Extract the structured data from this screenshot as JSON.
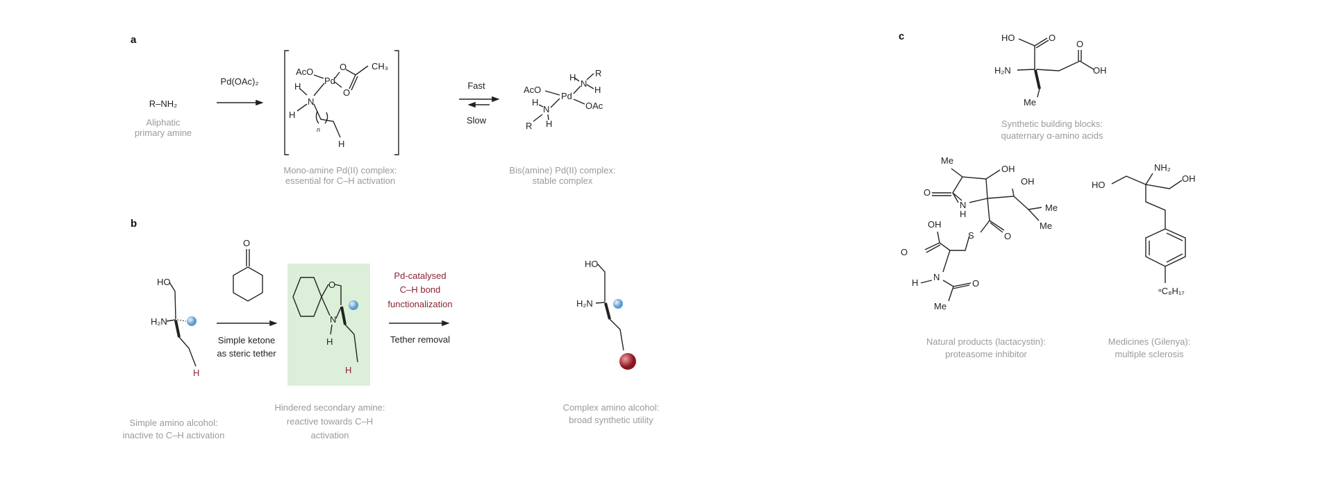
{
  "panels": {
    "a": "a",
    "b": "b",
    "c": "c"
  },
  "panel_a": {
    "reactant": "R–NH₂",
    "reactant_caption": [
      "Aliphatic",
      "primary amine"
    ],
    "reagent": "Pd(OAc)₂",
    "mono_complex_atoms": {
      "aco": "AcO",
      "pd": "Pd",
      "o1": "O",
      "ch3": "CH₃",
      "o2": "O",
      "h1": "H",
      "n": "N",
      "h2": "H",
      "n_index": "n",
      "h3": "H"
    },
    "mono_caption": [
      "Mono-amine Pd(II) complex:",
      "essential for C–H activation"
    ],
    "equilibrium_top": "Fast",
    "equilibrium_bottom": "Slow",
    "bis_complex_atoms": {
      "aco": "AcO",
      "pd": "Pd",
      "oac": "OAc",
      "h1": "H",
      "n1": "N",
      "r1": "R",
      "h2": "H",
      "h3": "H",
      "n2": "N",
      "r2": "R",
      "h4": "H"
    },
    "bis_caption": [
      "Bis(amine) Pd(II) complex:",
      "stable complex"
    ]
  },
  "panel_b": {
    "start_atoms": {
      "ho": "HO",
      "h2n": "H₂N",
      "h": "H"
    },
    "start_caption": [
      "Simple amino alcohol:",
      "inactive to C–H activation"
    ],
    "ketone_o": "O",
    "step1_label": [
      "Simple ketone",
      "as steric tether"
    ],
    "intermediate_atoms": {
      "o": "O",
      "n": "N",
      "nh": "H",
      "h": "H"
    },
    "intermediate_caption": [
      "Hindered secondary amine:",
      "reactive towards C–H",
      "activation"
    ],
    "step2_label_top": [
      "Pd-catalysed",
      "C–H bond",
      "functionalization"
    ],
    "step2_label_bottom": "Tether removal",
    "product_atoms": {
      "ho": "HO",
      "h2n": "H₂N"
    },
    "product_caption": [
      "Complex amino alcohol:",
      "broad synthetic utility"
    ],
    "colors": {
      "highlight_bg": "#dcefd9",
      "accent_red": "#8b2232",
      "blue_sphere": "#7fb6e0",
      "red_sphere": "#a3202c"
    }
  },
  "panel_c": {
    "amino_acid_atoms": {
      "ho": "HO",
      "o1": "O",
      "o2": "O",
      "h2n": "H₂N",
      "oh": "OH",
      "me": "Me"
    },
    "amino_acid_caption": [
      "Synthetic building blocks:",
      "quaternary α-amino acids"
    ],
    "lactacystin_atoms": {
      "me1": "Me",
      "oh1": "OH",
      "oh2": "OH",
      "o1": "O",
      "n": "N",
      "nh": "H",
      "me2": "Me",
      "me3": "Me",
      "oh3": "OH",
      "s": "S",
      "o2": "O",
      "o3": "O",
      "h": "H",
      "n2": "N",
      "o4": "O",
      "me4": "Me"
    },
    "lactacystin_caption": [
      "Natural products (lactacystin):",
      "proteasome inhibitor"
    ],
    "gilenya_atoms": {
      "nh2": "NH₂",
      "ho": "HO",
      "oh": "OH",
      "chain": "ⁿC₈H₁₇"
    },
    "gilenya_caption": [
      "Medicines (Gilenya):",
      "multiple sclerosis"
    ]
  }
}
